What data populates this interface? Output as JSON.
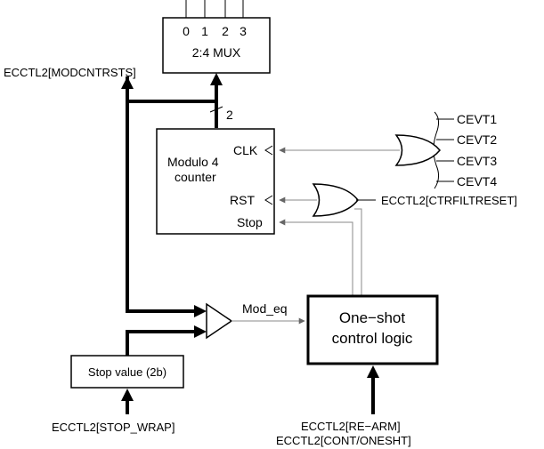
{
  "mux": {
    "inputs": [
      "0",
      "1",
      "2",
      "3"
    ],
    "label": "2:4 MUX"
  },
  "signals": {
    "modcntrsts": "ECCTL2[MODCNTRSTS]",
    "bus_width": "2",
    "ctrfiltreset": "ECCTL2[CTRFILTRESET]",
    "mod_eq": "Mod_eq",
    "stop_wrap": "ECCTL2[STOP_WRAP]",
    "re_arm": "ECCTL2[RE−ARM]",
    "cont_onesht": "ECCTL2[CONT/ONESHT]"
  },
  "counter": {
    "title_line1": "Modulo 4",
    "title_line2": "counter",
    "clk": "CLK",
    "rst": "RST",
    "stop": "Stop"
  },
  "events": [
    "CEVT1",
    "CEVT2",
    "CEVT3",
    "CEVT4"
  ],
  "oneshot": {
    "line1": "One−shot",
    "line2": "control logic"
  },
  "stop_value": {
    "label": "Stop value (2b)"
  }
}
